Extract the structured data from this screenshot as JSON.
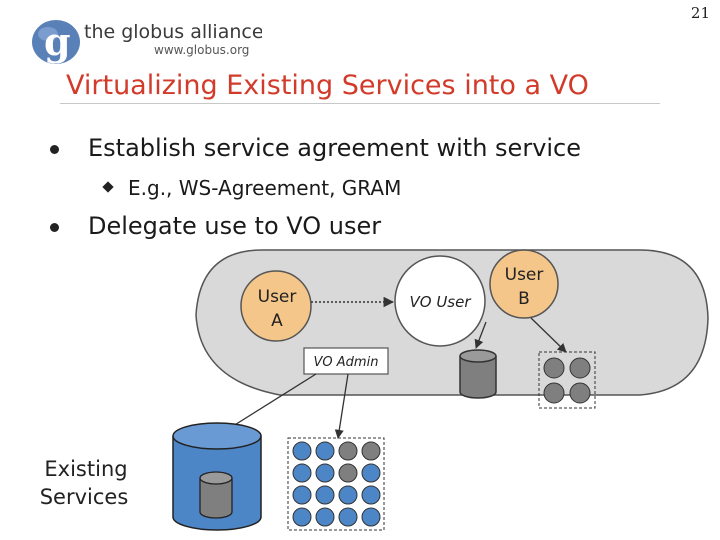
{
  "page_number": "21",
  "logo": {
    "letter": "g",
    "name": "the globus alliance",
    "url": "www.globus.org"
  },
  "title": "Virtualizing Existing Services into a VO",
  "bullets": [
    {
      "text": "Establish service agreement with service",
      "sub": [
        "E.g., WS-Agreement, GRAM"
      ]
    },
    {
      "text": "Delegate use to VO user",
      "sub": []
    }
  ],
  "diagram": {
    "user_a": [
      "User",
      "A"
    ],
    "vo_user": "VO User",
    "user_b": [
      "User",
      "B"
    ],
    "vo_admin": "VO Admin",
    "existing_services": [
      "Existing",
      "Services"
    ]
  },
  "colors": {
    "title": "#d23a2a",
    "vo_region": "#d9d9d9",
    "user_node": "#f5c68a",
    "service_blue": "#4d86c6",
    "resource_gray": "#7f7f7f"
  }
}
